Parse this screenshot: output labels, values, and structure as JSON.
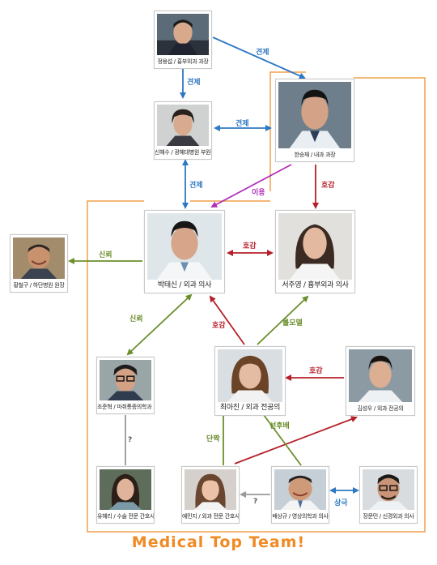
{
  "people": {
    "jeong": "정용섭 / 흉부외과 과장",
    "shin": "신혜수 / 광혜대병원 부원장",
    "han": "한승재 / 내과 과장",
    "hwang": "황철구 / 하단병원 원장",
    "park": "박태신 / 외과 의사",
    "seo": "서주영 / 흉부외과 의사",
    "jo": "조준혁 / 마취통증의학과 의사",
    "choi": "최아진 / 외과 전공의",
    "kim": "김성우 / 외과 전공의",
    "yoo": "유혜리 / 수술 전문 간호사",
    "ye": "예민지 / 외과 전문 간호사",
    "bae": "배상규 / 영상의학과 의사",
    "jang": "장문민 / 신경외과 의사"
  },
  "relations": {
    "jeong_han": "견제",
    "jeong_shin": "견제",
    "shin_han": "견제",
    "shin_park": "견제",
    "han_park": "이용",
    "han_seo": "호감",
    "park_hwang": "신뢰",
    "park_seo": "호감",
    "park_jo": "신뢰",
    "choi_park": "호감",
    "choi_seo": "롤모델",
    "kim_choi": "호감",
    "jo_yoo": "?",
    "choi_ye": "단짝",
    "choi_bae": "선후배",
    "bae_ye": "?",
    "bae_jang": "상극"
  },
  "footer": {
    "title": "Medical Top Team!"
  },
  "colors": {
    "check": "#2e78c2",
    "like": "#b5202a",
    "trust": "#6b8e2c",
    "use": "#b12fb8",
    "unknown": "#999999",
    "frame": "#f0a04b",
    "title": "#f08a24"
  }
}
